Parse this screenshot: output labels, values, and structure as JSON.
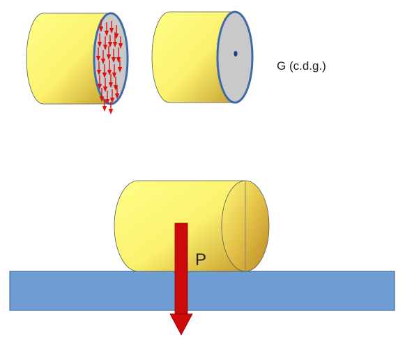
{
  "labels": {
    "center_of_gravity": "G (c.d.g.)",
    "weight_force": "P"
  },
  "colors": {
    "cylinder_light": "#FFFF80",
    "cylinder_dark": "#C8A030",
    "face_grey": "#C9C9C9",
    "outline_blue": "#3F6AA8",
    "ground_blue": "#6F9ED2",
    "arrow_red": "#E11010",
    "arrow_dark_red": "#C00000"
  },
  "icons": {
    "distributed_weight": "red-down-arrows",
    "cog_point": "dot",
    "resultant_weight": "thick-red-down-arrow"
  }
}
